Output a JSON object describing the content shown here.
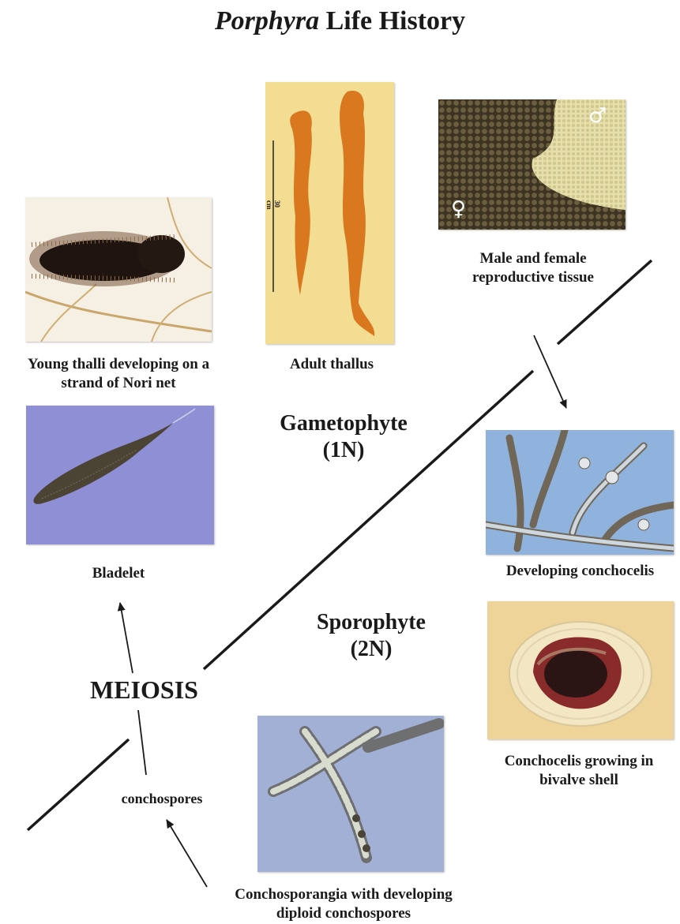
{
  "title": {
    "italic": "Porphyra",
    "rest": " Life History"
  },
  "phases": {
    "gametophyte": {
      "name": "Gametophyte",
      "ploidy": "(1N)"
    },
    "sporophyte": {
      "name": "Sporophyte",
      "ploidy": "(2N)"
    }
  },
  "meiosis": "MEIOSIS",
  "conchospores": "conchospores",
  "captions": {
    "young_thalli": [
      "Young thalli developing on a",
      "strand of Nori net"
    ],
    "adult_thallus": "Adult thallus",
    "reproductive": [
      "Male and female",
      "reproductive tissue"
    ],
    "bladelet": "Bladelet",
    "developing_conchocelis": "Developing conchocelis",
    "shell": [
      "Conchocelis growing in",
      "bivalve shell"
    ],
    "conchosporangia": [
      "Conchosporangia with developing",
      "diploid conchospores"
    ]
  },
  "photo_labels": {
    "scale_bar": "30 cm",
    "male_symbol": "♂",
    "female_symbol": "♀"
  },
  "colors": {
    "thallus": "#d9781f",
    "thallus_bg": "#f3dd93",
    "bladelet_bg": "#8f8fd6",
    "conchocelis_bg": "#8fb3dd",
    "shell_bg": "#efd49a",
    "sporangia_bg": "#a3b0d6",
    "reproductive_female": "#4a3f2a",
    "reproductive_male": "#e6dfaa"
  }
}
